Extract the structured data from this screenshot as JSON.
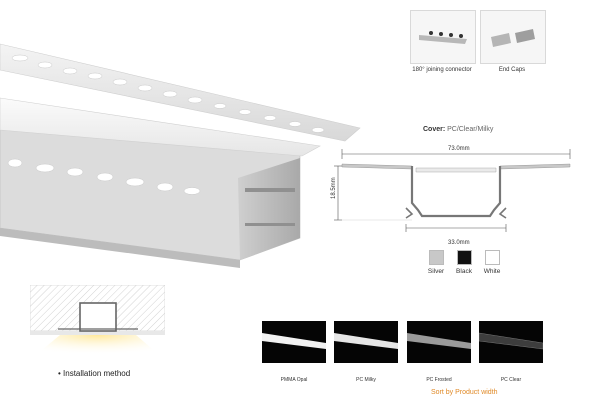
{
  "accessories": {
    "connector_label": "180° joining connector",
    "endcap_label": "End Caps"
  },
  "cover": {
    "title": "Cover:",
    "value": "PC/Clear/Milky"
  },
  "dimensions": {
    "width_top": "73.0mm",
    "height": "18.5mm",
    "width_bottom": "33.0mm"
  },
  "colors": [
    {
      "label": "Silver",
      "hex": "#c8c8c8"
    },
    {
      "label": "Black",
      "hex": "#111111"
    },
    {
      "label": "White",
      "hex": "#ffffff"
    }
  ],
  "cover_options": [
    {
      "label": "PMMA Opal"
    },
    {
      "label": "PC Milky"
    },
    {
      "label": "PC Frosted"
    },
    {
      "label": "PC Clear"
    }
  ],
  "sort_label": "Sort by Product width",
  "installation_label": "• Installation method"
}
